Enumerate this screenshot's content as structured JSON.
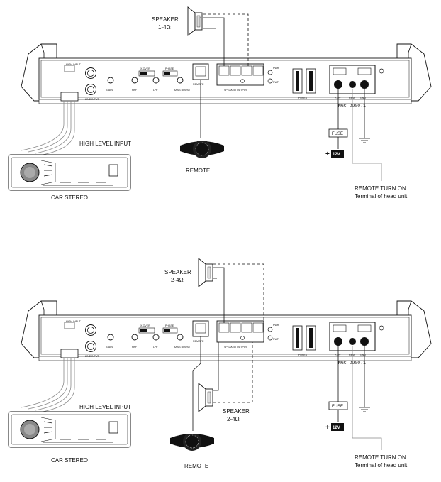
{
  "diagrams": [
    {
      "speaker_label": "SPEAKER",
      "speaker_impedance": "1-4Ω",
      "high_level_input": "HIGH LEVEL INPUT",
      "car_stereo": "CAR STEREO",
      "remote": "REMOTE",
      "remote_turn_on": "REMOTE TURN ON",
      "terminal": "Terminal of head unit",
      "fuse": "FUSE",
      "voltage": "12V"
    },
    {
      "speaker_label": "SPEAKER",
      "speaker_impedance": "2-4Ω",
      "speaker2_label": "SPEAKER",
      "speaker2_impedance": "2-4Ω",
      "high_level_input": "HIGH LEVEL INPUT",
      "car_stereo": "CAR STEREO",
      "remote": "REMOTE",
      "remote_turn_on": "REMOTE TURN ON",
      "terminal": "Terminal of head unit",
      "fuse": "FUSE",
      "voltage": "12V"
    }
  ],
  "amp_panel": {
    "high_input": "HIGH INPUT",
    "line_input": "LINE INPUT",
    "gain": "GAIN",
    "x_over": "X-OVER",
    "hpf": "HPF",
    "lpf": "LPF",
    "phase": "PHASE",
    "bass_boost": "BASS BOOST",
    "remote_port": "REMOTE",
    "speaker_output": "SPEAKER OUTPUT",
    "pwr": "PWR",
    "pwt": "PWT",
    "fuses": "FUSES",
    "plus12v": "+12V",
    "rem": "REM",
    "gnd": "GND",
    "model": "NGC-D900.1"
  }
}
